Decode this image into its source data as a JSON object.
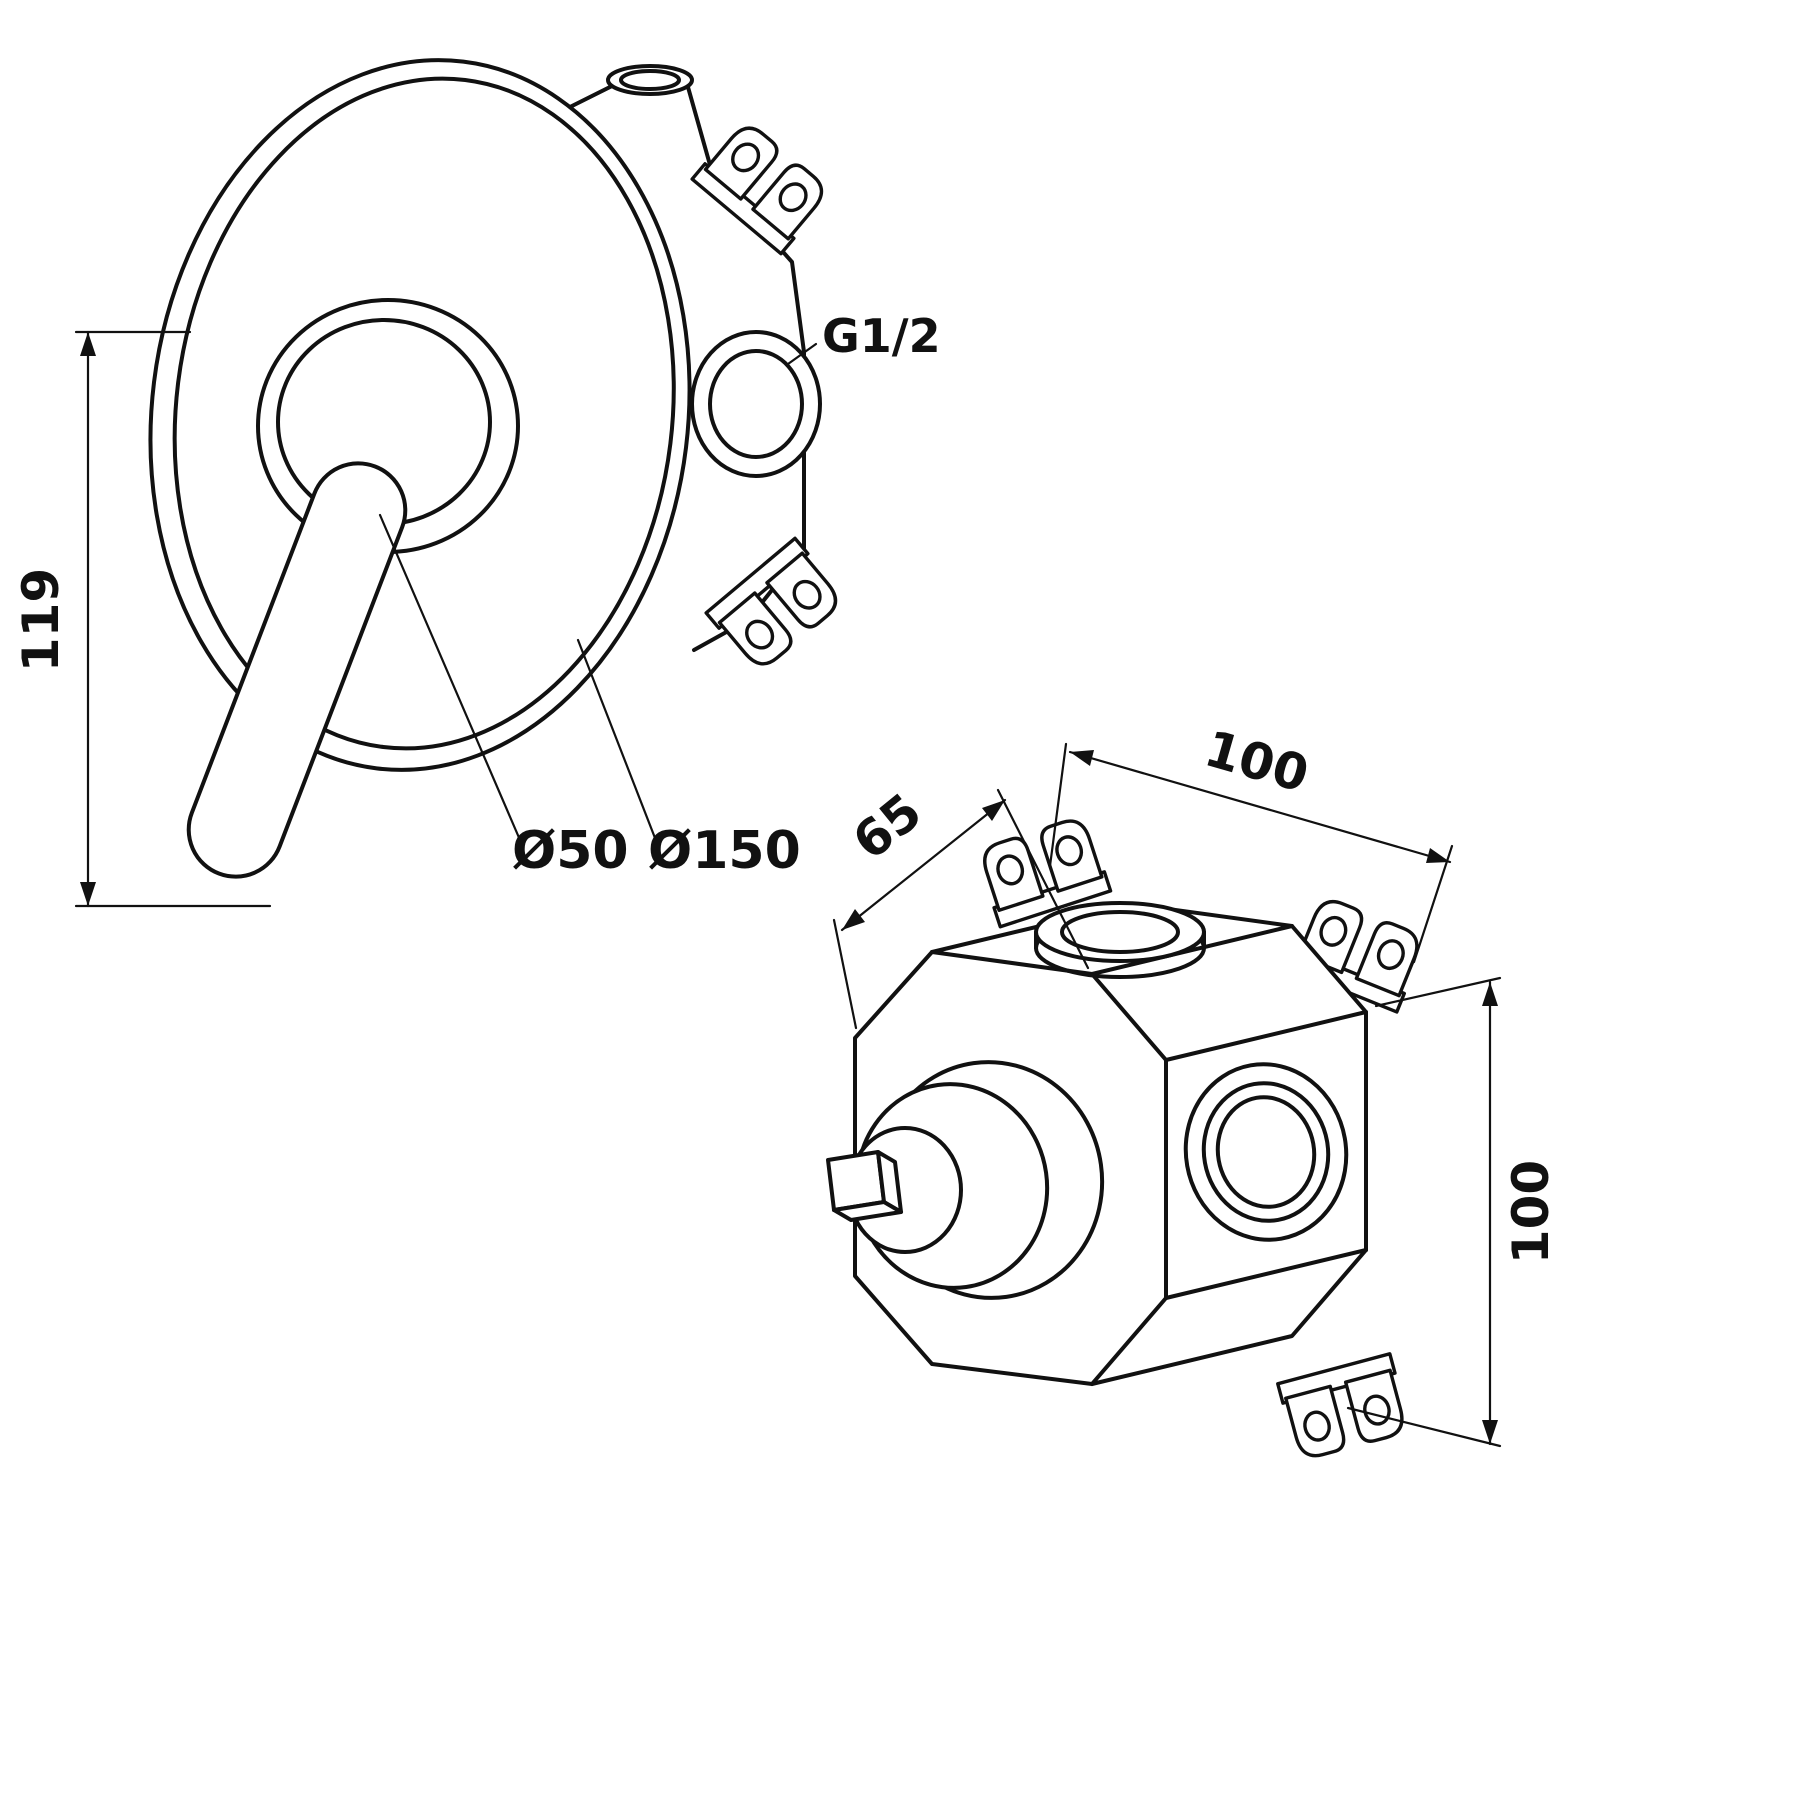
{
  "drawing": {
    "labels": {
      "height": "119",
      "handle_diameter": "Ø50",
      "plate_diameter": "Ø150",
      "thread_size": "G1/2",
      "valve_width": "100",
      "valve_depth": "65",
      "valve_height": "100"
    },
    "colors": {
      "line": "#111111",
      "background": "#ffffff"
    }
  }
}
